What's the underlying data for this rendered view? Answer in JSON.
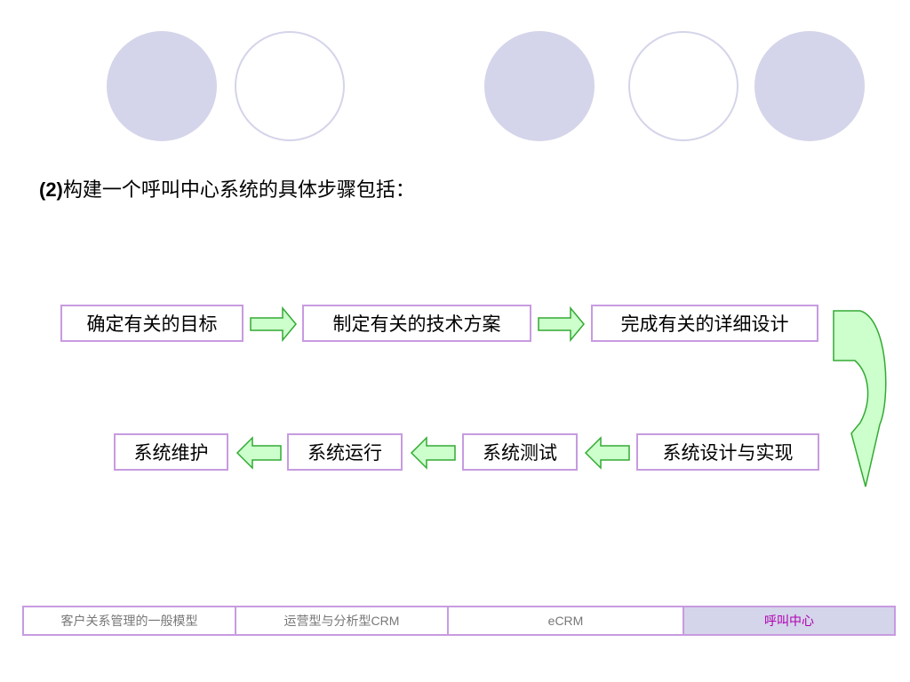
{
  "heading": {
    "prefix": "(2)",
    "text": "构建一个呼叫中心系统的具体步骤包括："
  },
  "steps_row1": [
    "确定有关的目标",
    "制定有关的技术方案",
    "完成有关的详细设计"
  ],
  "steps_row2": [
    "系统维护",
    "系统运行",
    "系统测试",
    "系统设计与实现"
  ],
  "tabs": [
    {
      "label": "客户关系管理的一般模型",
      "active": false
    },
    {
      "label": "运营型与分析型CRM",
      "active": false
    },
    {
      "label": "eCRM",
      "active": false
    },
    {
      "label": "呼叫中心",
      "active": true
    }
  ],
  "colors": {
    "circle_fill": "#d4d4ea",
    "box_border": "#c79be0",
    "arrow_fill": "#ccffcc",
    "arrow_stroke": "#33aa33",
    "active_tab_text": "#b000b0"
  }
}
